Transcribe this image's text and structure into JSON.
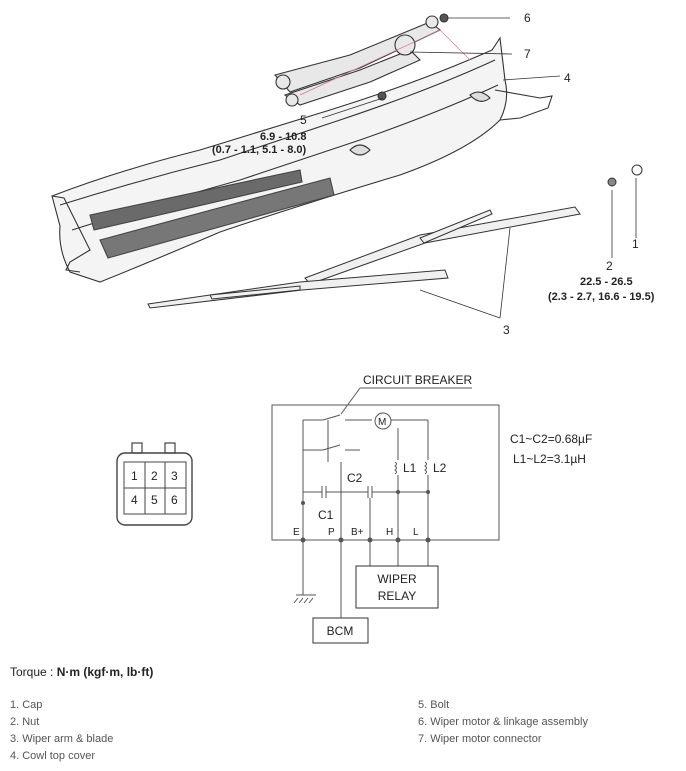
{
  "callouts": {
    "c1": "1",
    "c2": "2",
    "c3": "3",
    "c4": "4",
    "c5": "5",
    "c6": "6",
    "c7": "7"
  },
  "torque_specs": {
    "bolt_nm": "6.9 - 10.8",
    "bolt_alt": "(0.7 - 1.1, 5.1 - 8.0)",
    "nut_nm": "22.5 - 26.5",
    "nut_alt": "(2.3 - 2.7, 16.6 - 19.5)"
  },
  "schematic": {
    "circuit_breaker": "CIRCUIT BREAKER",
    "motor": "M",
    "inductor1": "L1",
    "inductor2": "L2",
    "cap1": "C1",
    "cap2": "C2",
    "spec_c": "C1~C2=0.68µF",
    "spec_l": "L1~L2=3.1µH",
    "pins": [
      "E",
      "P",
      "B+",
      "H",
      "L"
    ],
    "relay_line1": "WIPER",
    "relay_line2": "RELAY",
    "bcm": "BCM"
  },
  "connector": {
    "pins": [
      "1",
      "2",
      "3",
      "4",
      "5",
      "6"
    ]
  },
  "torque_unit": {
    "prefix": "Torque : ",
    "units": "N·m (kgf·m, lb·ft)"
  },
  "legend": {
    "left": [
      "1. Cap",
      "2. Nut",
      "3. Wiper arm & blade",
      "4. Cowl top cover"
    ],
    "right": [
      "5. Bolt",
      "6. Wiper motor & linkage assembly",
      "7. Wiper motor connector"
    ]
  }
}
